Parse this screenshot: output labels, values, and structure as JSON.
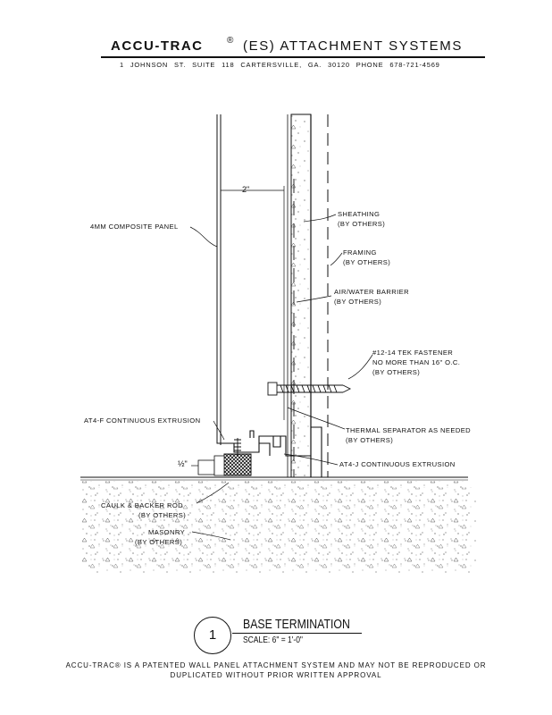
{
  "header": {
    "brand": "ACCU-TRAC",
    "registered_mark": "®",
    "title": "(ES) ATTACHMENT SYSTEMS",
    "address": "1 JOHNSON ST.   SUITE 118   CARTERSVILLE, GA. 30120   PHONE 678-721-4569"
  },
  "dimensions": {
    "gap": "2\"",
    "bottom_gap": "½\""
  },
  "callouts": {
    "composite_panel": "4MM COMPOSITE PANEL",
    "sheathing": [
      "SHEATHING",
      "(BY OTHERS)"
    ],
    "framing": [
      "FRAMING",
      "(BY OTHERS)"
    ],
    "air_water_barrier": [
      "AIR/WATER BARRIER",
      "(BY OTHERS)"
    ],
    "tek_fastener": [
      "#12-14 TEK FASTENER",
      "NO MORE THAN 16\" O.C.",
      "(BY OTHERS)"
    ],
    "at4f_extrusion": "AT4-F CONTINUOUS EXTRUSION",
    "thermal_separator": [
      "THERMAL SEPARATOR AS NEEDED",
      "(BY OTHERS)"
    ],
    "at4j_extrusion": "AT4-J CONTINUOUS EXTRUSION",
    "caulk_backer_rod": [
      "CAULK & BACKER ROD",
      "(BY OTHERS)"
    ],
    "masonry": [
      "MASONRY",
      "(BY OTHERS)"
    ]
  },
  "detail": {
    "number": "1",
    "title": "BASE TERMINATION",
    "scale": "SCALE: 6\" = 1'-0\""
  },
  "footer": {
    "line1": "ACCU-TRAC® IS A PATENTED WALL PANEL ATTACHMENT SYSTEM AND MAY NOT BE REPRODUCED OR",
    "line2": "DUPLICATED WITHOUT PRIOR WRITTEN APPROVAL"
  }
}
